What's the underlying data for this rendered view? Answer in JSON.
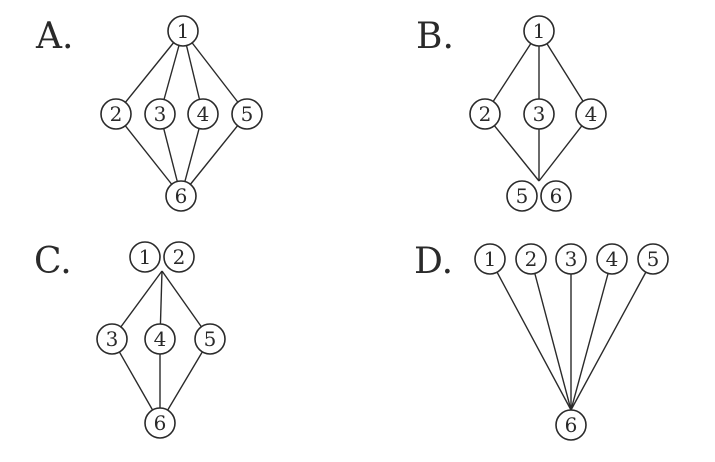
{
  "options": [
    {
      "id": "A",
      "label": "A.",
      "nodes": [
        "1",
        "2",
        "3",
        "4",
        "5",
        "6"
      ]
    },
    {
      "id": "B",
      "label": "B.",
      "nodes": [
        "1",
        "2",
        "3",
        "4",
        "5",
        "6"
      ]
    },
    {
      "id": "C",
      "label": "C.",
      "nodes": [
        "1",
        "2",
        "3",
        "4",
        "5",
        "6"
      ]
    },
    {
      "id": "D",
      "label": "D.",
      "nodes": [
        "1",
        "2",
        "3",
        "4",
        "5",
        "6"
      ]
    }
  ]
}
